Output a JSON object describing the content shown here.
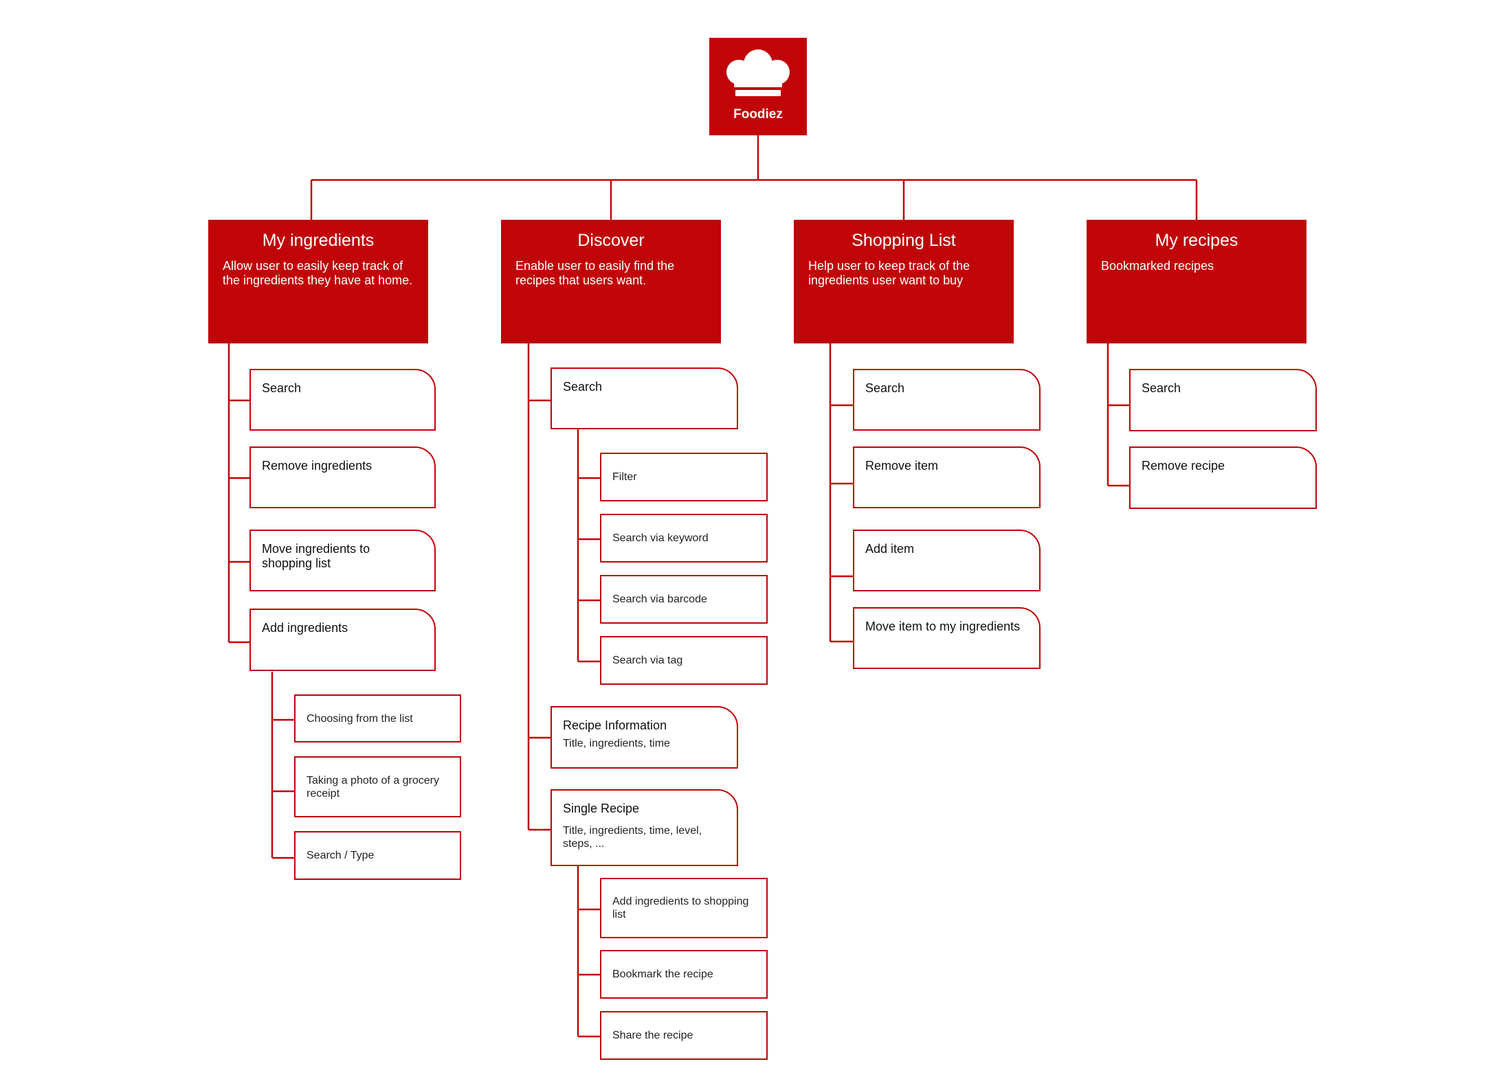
{
  "colors": {
    "brand": "#c00408",
    "line": "#c00408",
    "text_on_brand": "#ffffff"
  },
  "root": {
    "title": "Foodiez",
    "icon": "chef-hat-icon"
  },
  "categories": [
    {
      "title": "My ingredients",
      "description": "Allow user to easily keep track of the ingredients they have at home.",
      "items": [
        {
          "label": "Search"
        },
        {
          "label": "Remove ingredients"
        },
        {
          "label": "Move ingredients to shopping list"
        },
        {
          "label": "Add ingredients",
          "children": [
            {
              "label": "Choosing from the list"
            },
            {
              "label": "Taking a photo of a grocery receipt"
            },
            {
              "label": "Search / Type"
            }
          ]
        }
      ]
    },
    {
      "title": "Discover",
      "description": "Enable user to easily find the recipes that users want.",
      "items": [
        {
          "label": "Search",
          "children": [
            {
              "label": "Filter"
            },
            {
              "label": "Search via keyword"
            },
            {
              "label": "Search via barcode"
            },
            {
              "label": "Search via tag"
            }
          ]
        },
        {
          "label": "Recipe Information",
          "detail": "Title, ingredients, time"
        },
        {
          "label": "Single Recipe",
          "detail": "Title, ingredients, time, level, steps, ...",
          "children": [
            {
              "label": "Add ingredients to shopping list"
            },
            {
              "label": "Bookmark the recipe"
            },
            {
              "label": "Share the recipe"
            }
          ]
        }
      ]
    },
    {
      "title": "Shopping List",
      "description": "Help user to keep track of the ingredients user want to buy",
      "items": [
        {
          "label": "Search"
        },
        {
          "label": "Remove item"
        },
        {
          "label": "Add item"
        },
        {
          "label": "Move item to my ingredients"
        }
      ]
    },
    {
      "title": "My recipes",
      "description": "Bookmarked recipes",
      "items": [
        {
          "label": "Search"
        },
        {
          "label": "Remove recipe"
        }
      ]
    }
  ]
}
